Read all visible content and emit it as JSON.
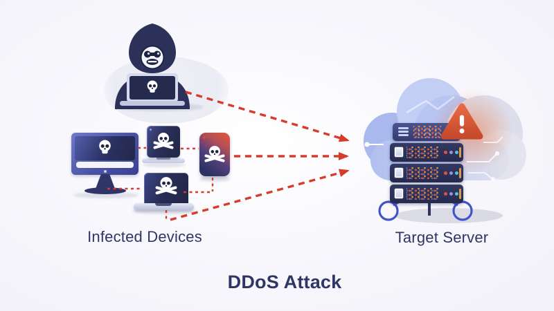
{
  "diagram": {
    "title": "DDoS Attack",
    "source_group_label": "Infected Devices",
    "target_group_label": "Target Server"
  },
  "nodes": {
    "attacker": {
      "name": "hooded-hacker-with-laptop",
      "screen_icon": "skull-icon"
    },
    "infected_devices": [
      {
        "name": "desktop-monitor",
        "screen_icon": "skull-icon"
      },
      {
        "name": "tablet-screen",
        "screen_icon": "skull-crossbones-icon"
      },
      {
        "name": "smartphone",
        "screen_icon": "skull-crossbones-icon"
      },
      {
        "name": "laptop",
        "screen_icon": "skull-crossbones-icon"
      }
    ],
    "target_server": {
      "name": "server-rack-in-cloud",
      "rack_units": 4,
      "alert_icon": "warning-triangle-icon"
    }
  },
  "arrows": {
    "count": 3,
    "style": "dashed",
    "direction": "infected-devices-to-target-server",
    "color": "#d63b2c"
  },
  "colors": {
    "background": "#f7f6fb",
    "label_text": "#2f3565",
    "device_navy": "#2b3158",
    "screen_dark": "#232848",
    "accent_red": "#d63b2c",
    "warning_orange": "#d8553a",
    "cloud_blue": "#aebdf0",
    "server_leg_blue": "#4353c8"
  }
}
